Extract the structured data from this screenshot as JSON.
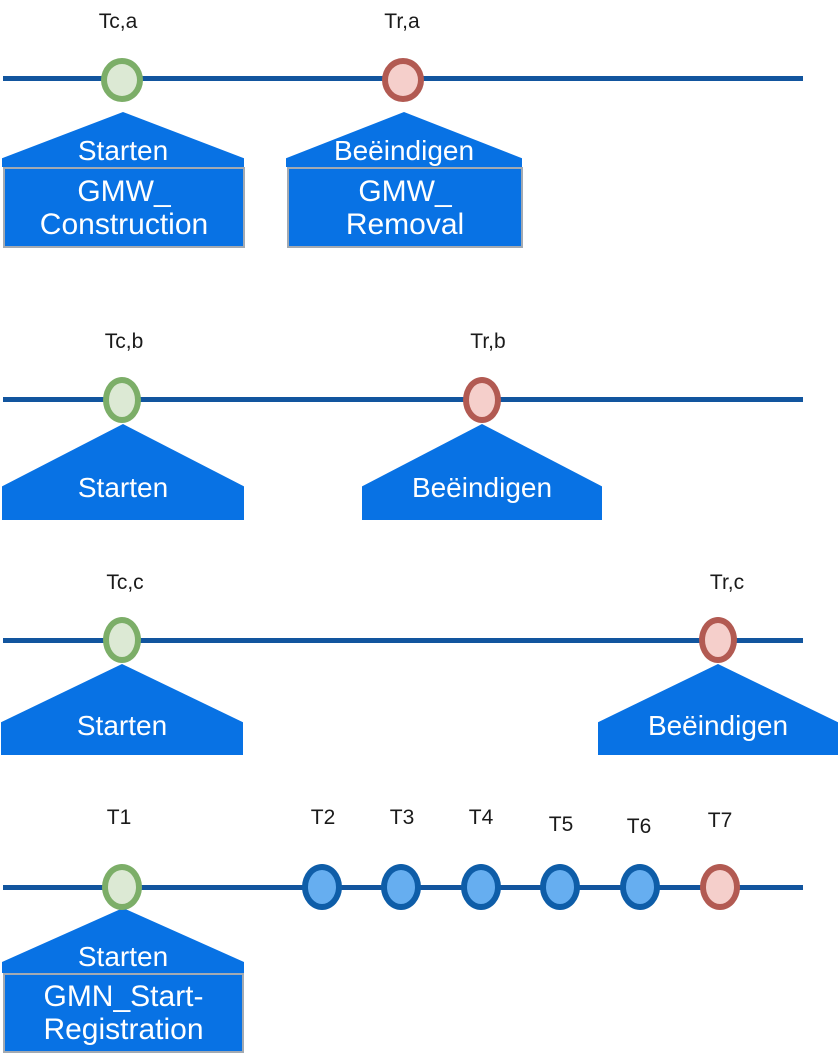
{
  "colors": {
    "timeline": "#12559E",
    "banner": "#0872E4",
    "banner_text": "#FFFFFF",
    "text": "#1A1A1A",
    "box_border": "#A3AAB2",
    "marker_green_border": "#7CAE68",
    "marker_green_fill": "#DCE9D4",
    "marker_red_border": "#B25A52",
    "marker_red_fill": "#F5CFCB",
    "marker_blue_border": "#0E5DA8",
    "marker_blue_fill": "#66AEF0"
  },
  "timelines": [
    {
      "id": "a",
      "events": [
        {
          "label": "Tc,a",
          "type": "construction"
        },
        {
          "label": "Tr,a",
          "type": "removal"
        }
      ],
      "banners": [
        {
          "flag": "Starten",
          "box": [
            "GMW_",
            "Construction"
          ]
        },
        {
          "flag": "Beëindigen",
          "box": [
            "GMW_",
            "Removal"
          ]
        }
      ]
    },
    {
      "id": "b",
      "events": [
        {
          "label": "Tc,b",
          "type": "construction"
        },
        {
          "label": "Tr,b",
          "type": "removal"
        }
      ],
      "banners": [
        {
          "flag": "Starten"
        },
        {
          "flag": "Beëindigen"
        }
      ]
    },
    {
      "id": "c",
      "events": [
        {
          "label": "Tc,c",
          "type": "construction"
        },
        {
          "label": "Tr,c",
          "type": "removal"
        }
      ],
      "banners": [
        {
          "flag": "Starten"
        },
        {
          "flag": "Beëindigen"
        }
      ]
    },
    {
      "id": "t",
      "events": [
        {
          "label": "T1",
          "type": "construction"
        },
        {
          "label": "T2",
          "type": "intermediate"
        },
        {
          "label": "T3",
          "type": "intermediate"
        },
        {
          "label": "T4",
          "type": "intermediate"
        },
        {
          "label": "T5",
          "type": "intermediate"
        },
        {
          "label": "T6",
          "type": "intermediate"
        },
        {
          "label": "T7",
          "type": "removal"
        }
      ],
      "banners": [
        {
          "flag": "Starten",
          "box": [
            "GMN_Start-",
            "Registration"
          ]
        }
      ]
    }
  ]
}
